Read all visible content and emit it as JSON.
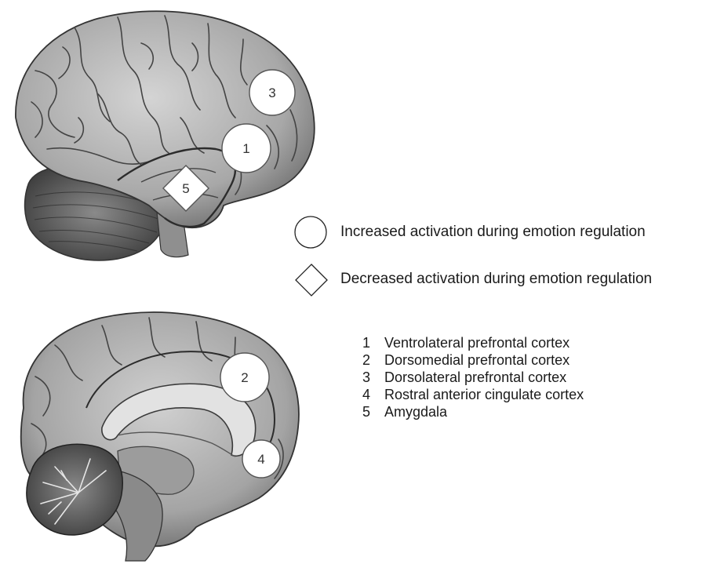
{
  "markers": [
    {
      "id": "1",
      "shape": "circle"
    },
    {
      "id": "2",
      "shape": "circle"
    },
    {
      "id": "3",
      "shape": "circle"
    },
    {
      "id": "4",
      "shape": "circle"
    },
    {
      "id": "5",
      "shape": "diamond"
    }
  ],
  "legend": {
    "increased": {
      "shape": "circle",
      "label": "Increased activation during emotion regulation"
    },
    "decreased": {
      "shape": "diamond",
      "label": "Decreased activation during emotion regulation"
    }
  },
  "key": [
    {
      "num": "1",
      "label": "Ventrolateral prefrontal cortex"
    },
    {
      "num": "2",
      "label": "Dorsomedial prefrontal cortex"
    },
    {
      "num": "3",
      "label": "Dorsolateral prefrontal cortex"
    },
    {
      "num": "4",
      "label": "Rostral anterior cingulate cortex"
    },
    {
      "num": "5",
      "label": "Amygdala"
    }
  ],
  "colors": {
    "ink": "#1a1a1a",
    "marker_fill": "#ffffff",
    "brain_fill": "#b5b5b5",
    "brain_dark": "#4a4a4a"
  }
}
